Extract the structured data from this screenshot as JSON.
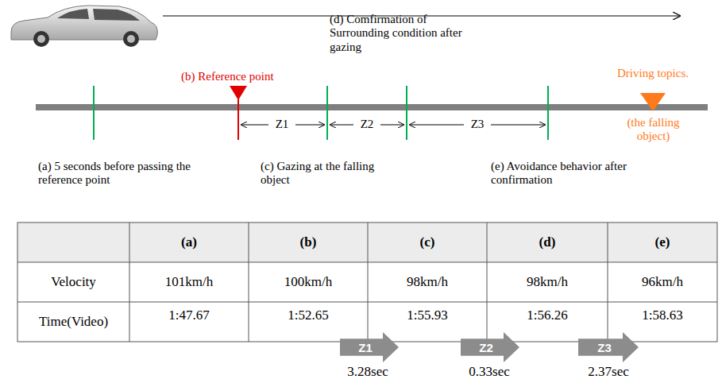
{
  "diagram": {
    "nodes": [
      {
        "text": [
          "Z1"
        ]
      },
      {
        "text": [
          "Z2"
        ]
      },
      {
        "text": [
          "Z3"
        ]
      }
    ],
    "labels": [
      "(b) Reference point",
      "(d) Comfirmation of Surrounding condition after gazing",
      "Driving topics.",
      "(the falling object)",
      "(a) 5 seconds before passing the reference point",
      "Z1",
      "Z2",
      "Z3",
      "(c) Gazing at the falling object",
      "(e) Avoidance behavior after confirmation",
      "(a)",
      "(b)",
      "(c)",
      "(d)",
      "(e)",
      "Velocity",
      "101km/h",
      "100km/h",
      "98km/h",
      "98km/h",
      "96km/h",
      "Time(Video)",
      "1:47.67",
      "1:52.65",
      "1:55.93",
      "1:56.26",
      "1:58.63",
      "3.28sec",
      "0.33sec",
      "2.37sec"
    ]
  }
}
